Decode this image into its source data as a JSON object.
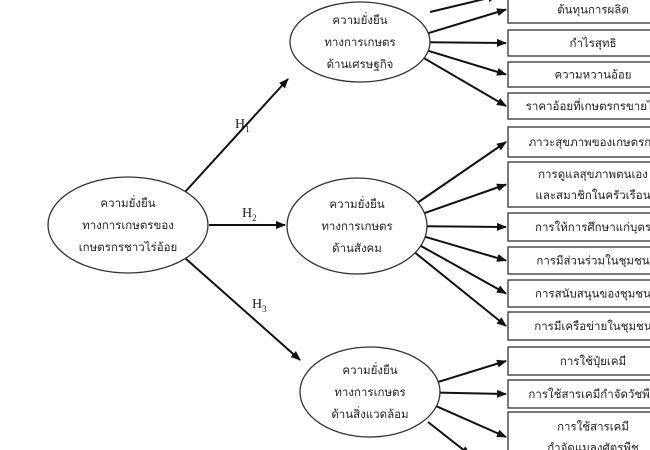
{
  "root": {
    "lines": [
      "ความยั่งยืน",
      "ทางการเกษตรของ",
      "เกษตรกรชาวไร่อ้อย"
    ]
  },
  "hypotheses": [
    {
      "label": "H",
      "sub": "1"
    },
    {
      "label": "H",
      "sub": "2"
    },
    {
      "label": "H",
      "sub": "3"
    }
  ],
  "dimensions": [
    {
      "lines": [
        "ความยั่งยืน",
        "ทางการเกษตร",
        "ด้านเศรษฐกิจ"
      ],
      "indicators": [
        [
          "ต้นทุนการผลิต"
        ],
        [
          "กำไรสุทธิ"
        ],
        [
          "ความหวานอ้อย"
        ],
        [
          "ราคาอ้อยที่เกษตรกรขายได้"
        ]
      ]
    },
    {
      "lines": [
        "ความยั่งยืน",
        "ทางการเกษตร",
        "ด้านสังคม"
      ],
      "indicators": [
        [
          "ภาวะสุขภาพของเกษตรกร"
        ],
        [
          "การดูแลสุขภาพตนเอง",
          "และสมาชิกในครัวเรือน"
        ],
        [
          "การให้การศึกษาแก่บุตร"
        ],
        [
          "การมีส่วนร่วมในชุมชน"
        ],
        [
          "การสนับสนุนของชุมชน"
        ],
        [
          "การมีเครือข่ายในชุมชน"
        ]
      ]
    },
    {
      "lines": [
        "ความยั่งยืน",
        "ทางการเกษตร",
        "ด้านสิ่งแวดล้อม"
      ],
      "indicators": [
        [
          "การใช้ปุ๋ยเคมี"
        ],
        [
          "การใช้สารเคมีกำจัดวัชพืช"
        ],
        [
          "การใช้สารเคมี",
          "กำจัดแมลงศัตรูพืช"
        ]
      ]
    }
  ]
}
